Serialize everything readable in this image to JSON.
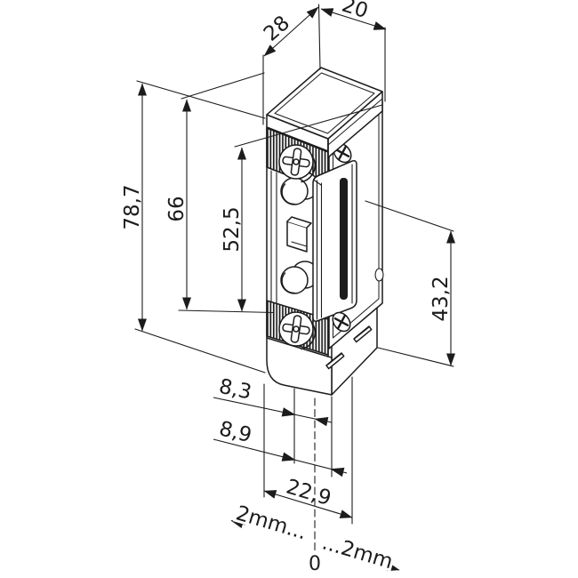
{
  "drawing": {
    "type": "isometric technical drawing - electric door strike",
    "background": "#ffffff",
    "line_color": "#1c1c1c",
    "dimensions": {
      "depth_top": "28",
      "width_top": "20",
      "height_total": "78,7",
      "height_body": "66",
      "height_keeper": "52,5",
      "height_lower": "43,2",
      "offset_small_a": "8,3",
      "offset_small_b": "8,9",
      "depth_bottom": "22,9",
      "adjust_left": "2mm...",
      "adjust_right": "...2mm",
      "adjust_zero": "0"
    }
  }
}
